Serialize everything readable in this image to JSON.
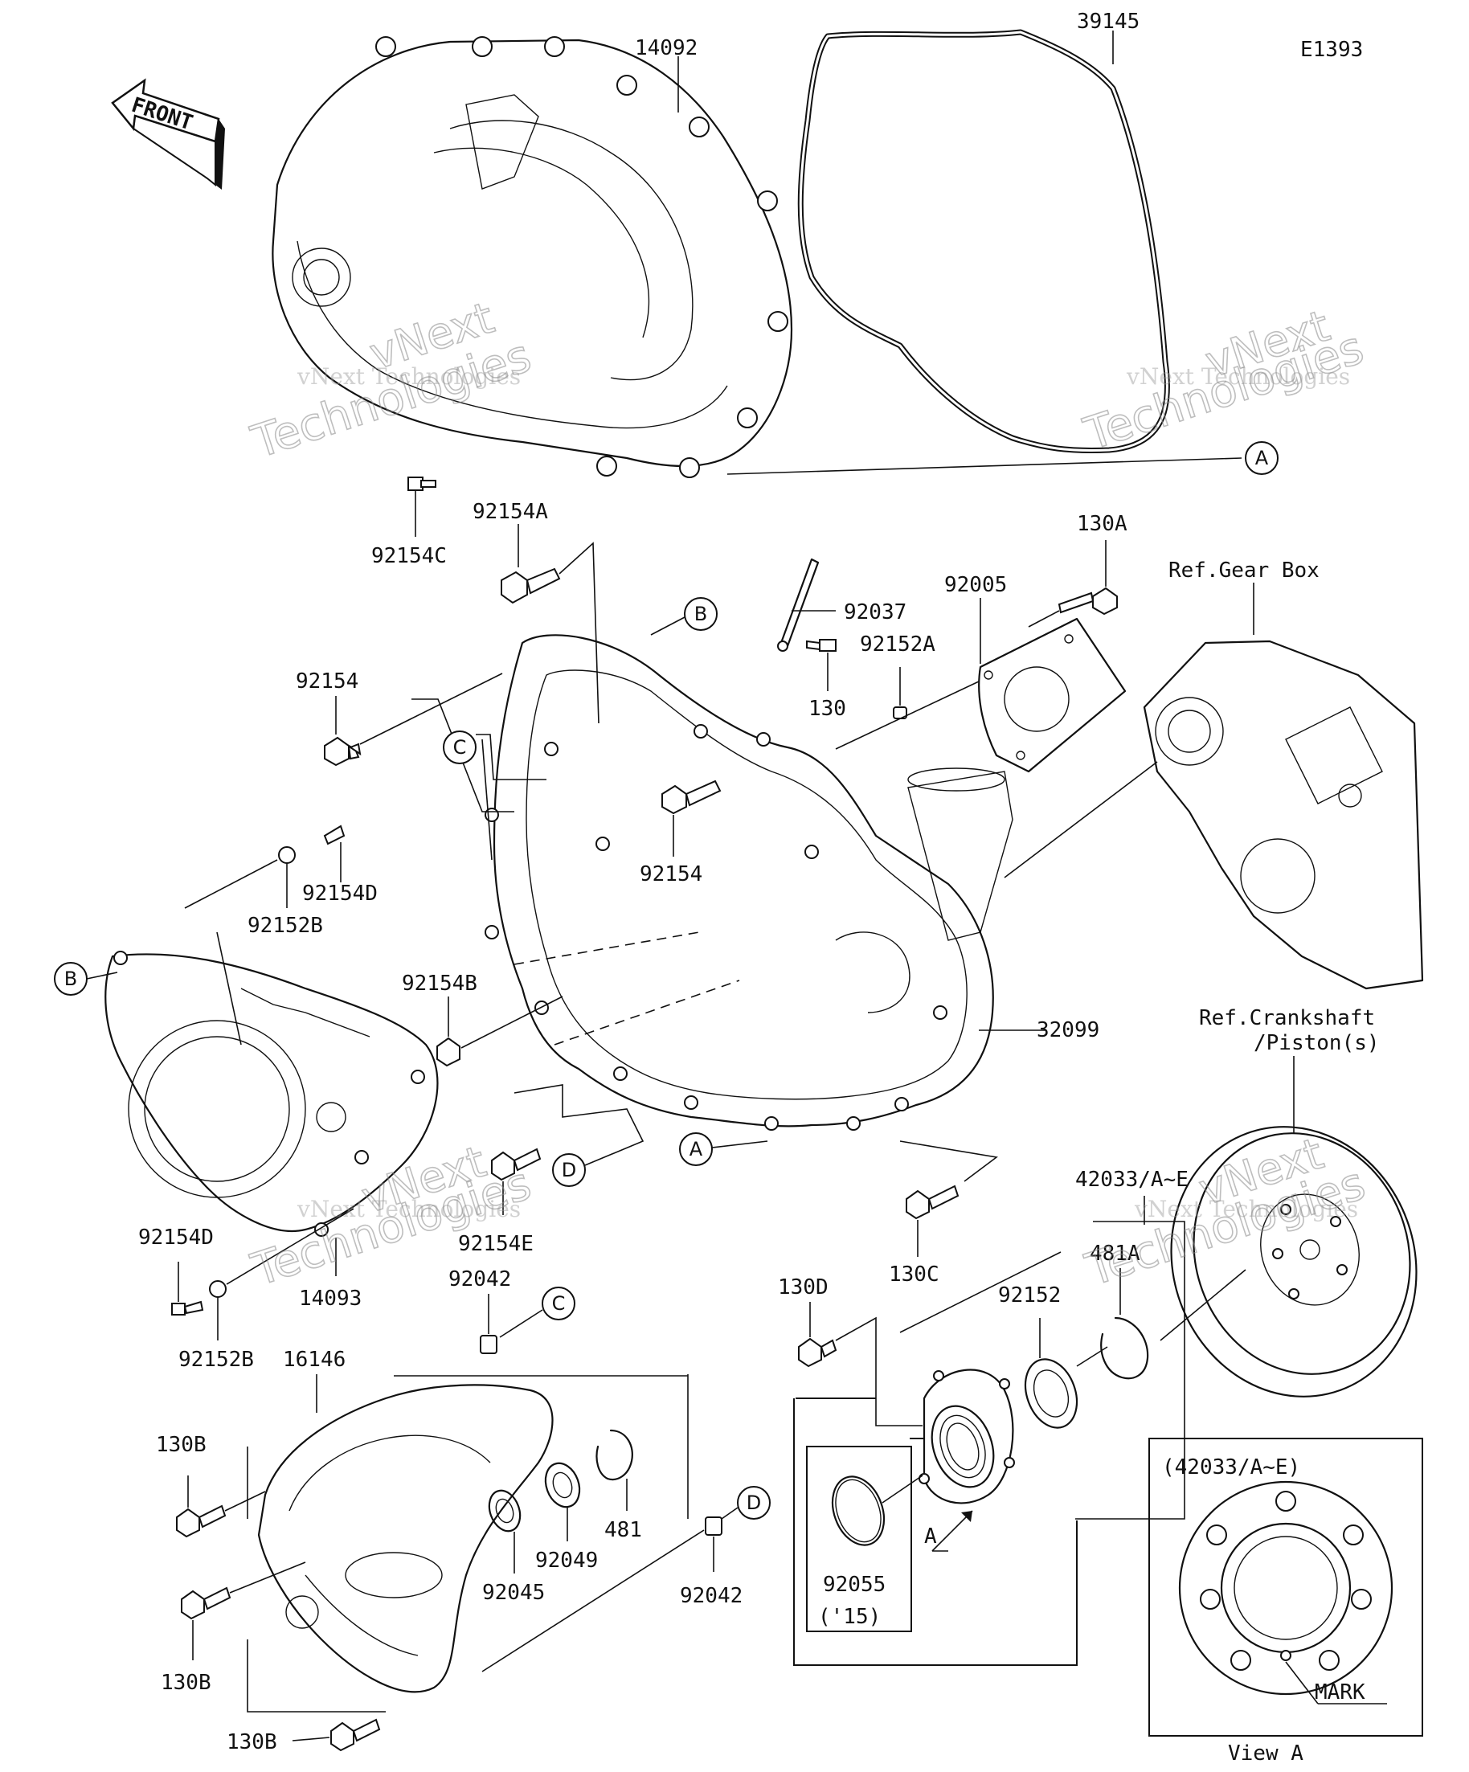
{
  "diagram_code": "E1393",
  "front_label": "FRONT",
  "watermark_small": "vNext Technologies",
  "watermark_v": "vNext",
  "watermark_big": "Technologies",
  "parts": {
    "p14092": "14092",
    "p39145": "39145",
    "p92154C": "92154C",
    "p92154A": "92154A",
    "p92154_left": "92154",
    "p92154_mid": "92154",
    "p92037": "92037",
    "p92005": "92005",
    "p130A": "130A",
    "p92152A": "92152A",
    "p130": "130",
    "p92154D_top": "92154D",
    "p92152B_top": "92152B",
    "p92154B": "92154B",
    "p32099": "32099",
    "p92154E": "92154E",
    "p130C": "130C",
    "p92154D_bot": "92154D",
    "p92152B_bot": "92152B",
    "p14093": "14093",
    "p92042_top": "92042",
    "p16146": "16146",
    "p130B_1": "130B",
    "p130B_2": "130B",
    "p130B_3": "130B",
    "p92045": "92045",
    "p92049": "92049",
    "p481": "481",
    "p92042_bot": "92042",
    "p130D": "130D",
    "p92152": "92152",
    "p481A": "481A",
    "p42033": "42033/A~E",
    "p92055": "92055",
    "p92055_year": "('15)"
  },
  "refs": {
    "gear_box": "Ref.Gear Box",
    "crankshaft_line1": "Ref.Crankshaft",
    "crankshaft_line2": "/Piston(s)"
  },
  "callouts": {
    "A": "A",
    "B": "B",
    "C": "C",
    "D": "D"
  },
  "view_a": {
    "title": "(42033/A~E)",
    "mark": "MARK",
    "caption": "View A",
    "arrow_label": "A"
  }
}
